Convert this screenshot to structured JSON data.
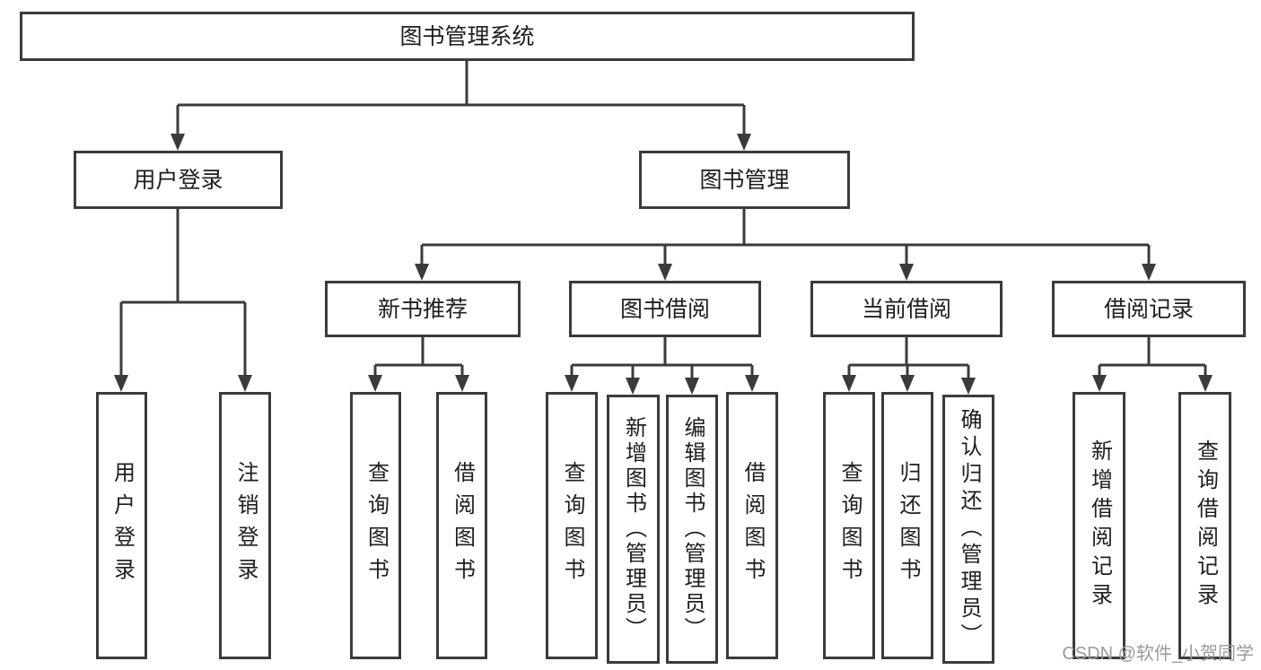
{
  "diagram": {
    "colors": {
      "line": "#3b3b3b",
      "box_border": "#3b3b3b",
      "text": "#1e1e1e",
      "background": "#ffffff",
      "watermark": "#9b9b9b"
    },
    "tree": {
      "root": {
        "label": "图书管理系统"
      },
      "branches": [
        {
          "label": "用户登录",
          "children": [
            {
              "label": "用户登录"
            },
            {
              "label": "注销登录"
            }
          ]
        },
        {
          "label": "图书管理",
          "groups": [
            {
              "label": "新书推荐",
              "children": [
                {
                  "label": "查询图书"
                },
                {
                  "label": "借阅图书"
                }
              ]
            },
            {
              "label": "图书借阅",
              "children": [
                {
                  "label": "查询图书"
                },
                {
                  "label": "新增图书（管理员）"
                },
                {
                  "label": "编辑图书（管理员）"
                },
                {
                  "label": "借阅图书"
                }
              ]
            },
            {
              "label": "当前借阅",
              "children": [
                {
                  "label": "查询图书"
                },
                {
                  "label": "归还图书"
                },
                {
                  "label": "确认归还（管理员）"
                }
              ]
            },
            {
              "label": "借阅记录",
              "children": [
                {
                  "label": "新增借阅记录"
                },
                {
                  "label": "查询借阅记录"
                }
              ]
            }
          ]
        }
      ]
    },
    "watermark": {
      "text": "CSDN @软件_小贺同学"
    }
  }
}
